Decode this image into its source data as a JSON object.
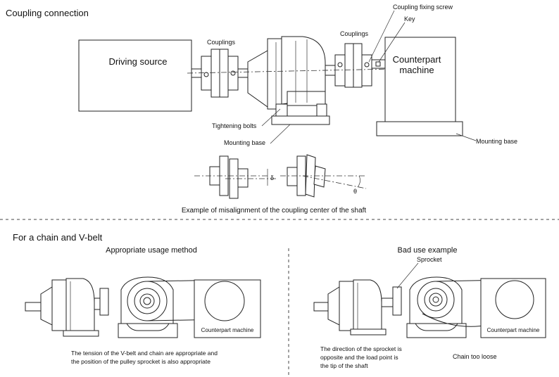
{
  "coupling": {
    "title": "Coupling connection",
    "driving_source": "Driving source",
    "couplings_left": "Couplings",
    "couplings_right": "Couplings",
    "fixing_screw": "Coupling fixing screw",
    "key": "Key",
    "counterpart_line1": "Counterpart",
    "counterpart_line2": "machine",
    "tightening_bolts": "Tightening bolts",
    "mounting_base_left": "Mounting base",
    "mounting_base_right": "Mounting base",
    "delta": "δ",
    "theta": "θ",
    "misalignment_caption": "Example of misalignment of the coupling center of the shaft"
  },
  "chain": {
    "title": "For a chain and V-belt",
    "good_heading": "Appropriate usage method",
    "bad_heading": "Bad use example",
    "sprocket": "Sprocket",
    "counterpart_left": "Counterpart machine",
    "counterpart_right": "Counterpart machine",
    "good_note_line1": "The tension of the V-belt and chain are appropriate and",
    "good_note_line2": "the position of the pulley sprocket is also appropriate",
    "bad_note_line1": "The direction of the sprocket is",
    "bad_note_line2": "opposite and the load point is",
    "bad_note_line3": "the tip of the shaft",
    "chain_loose": "Chain too loose"
  }
}
